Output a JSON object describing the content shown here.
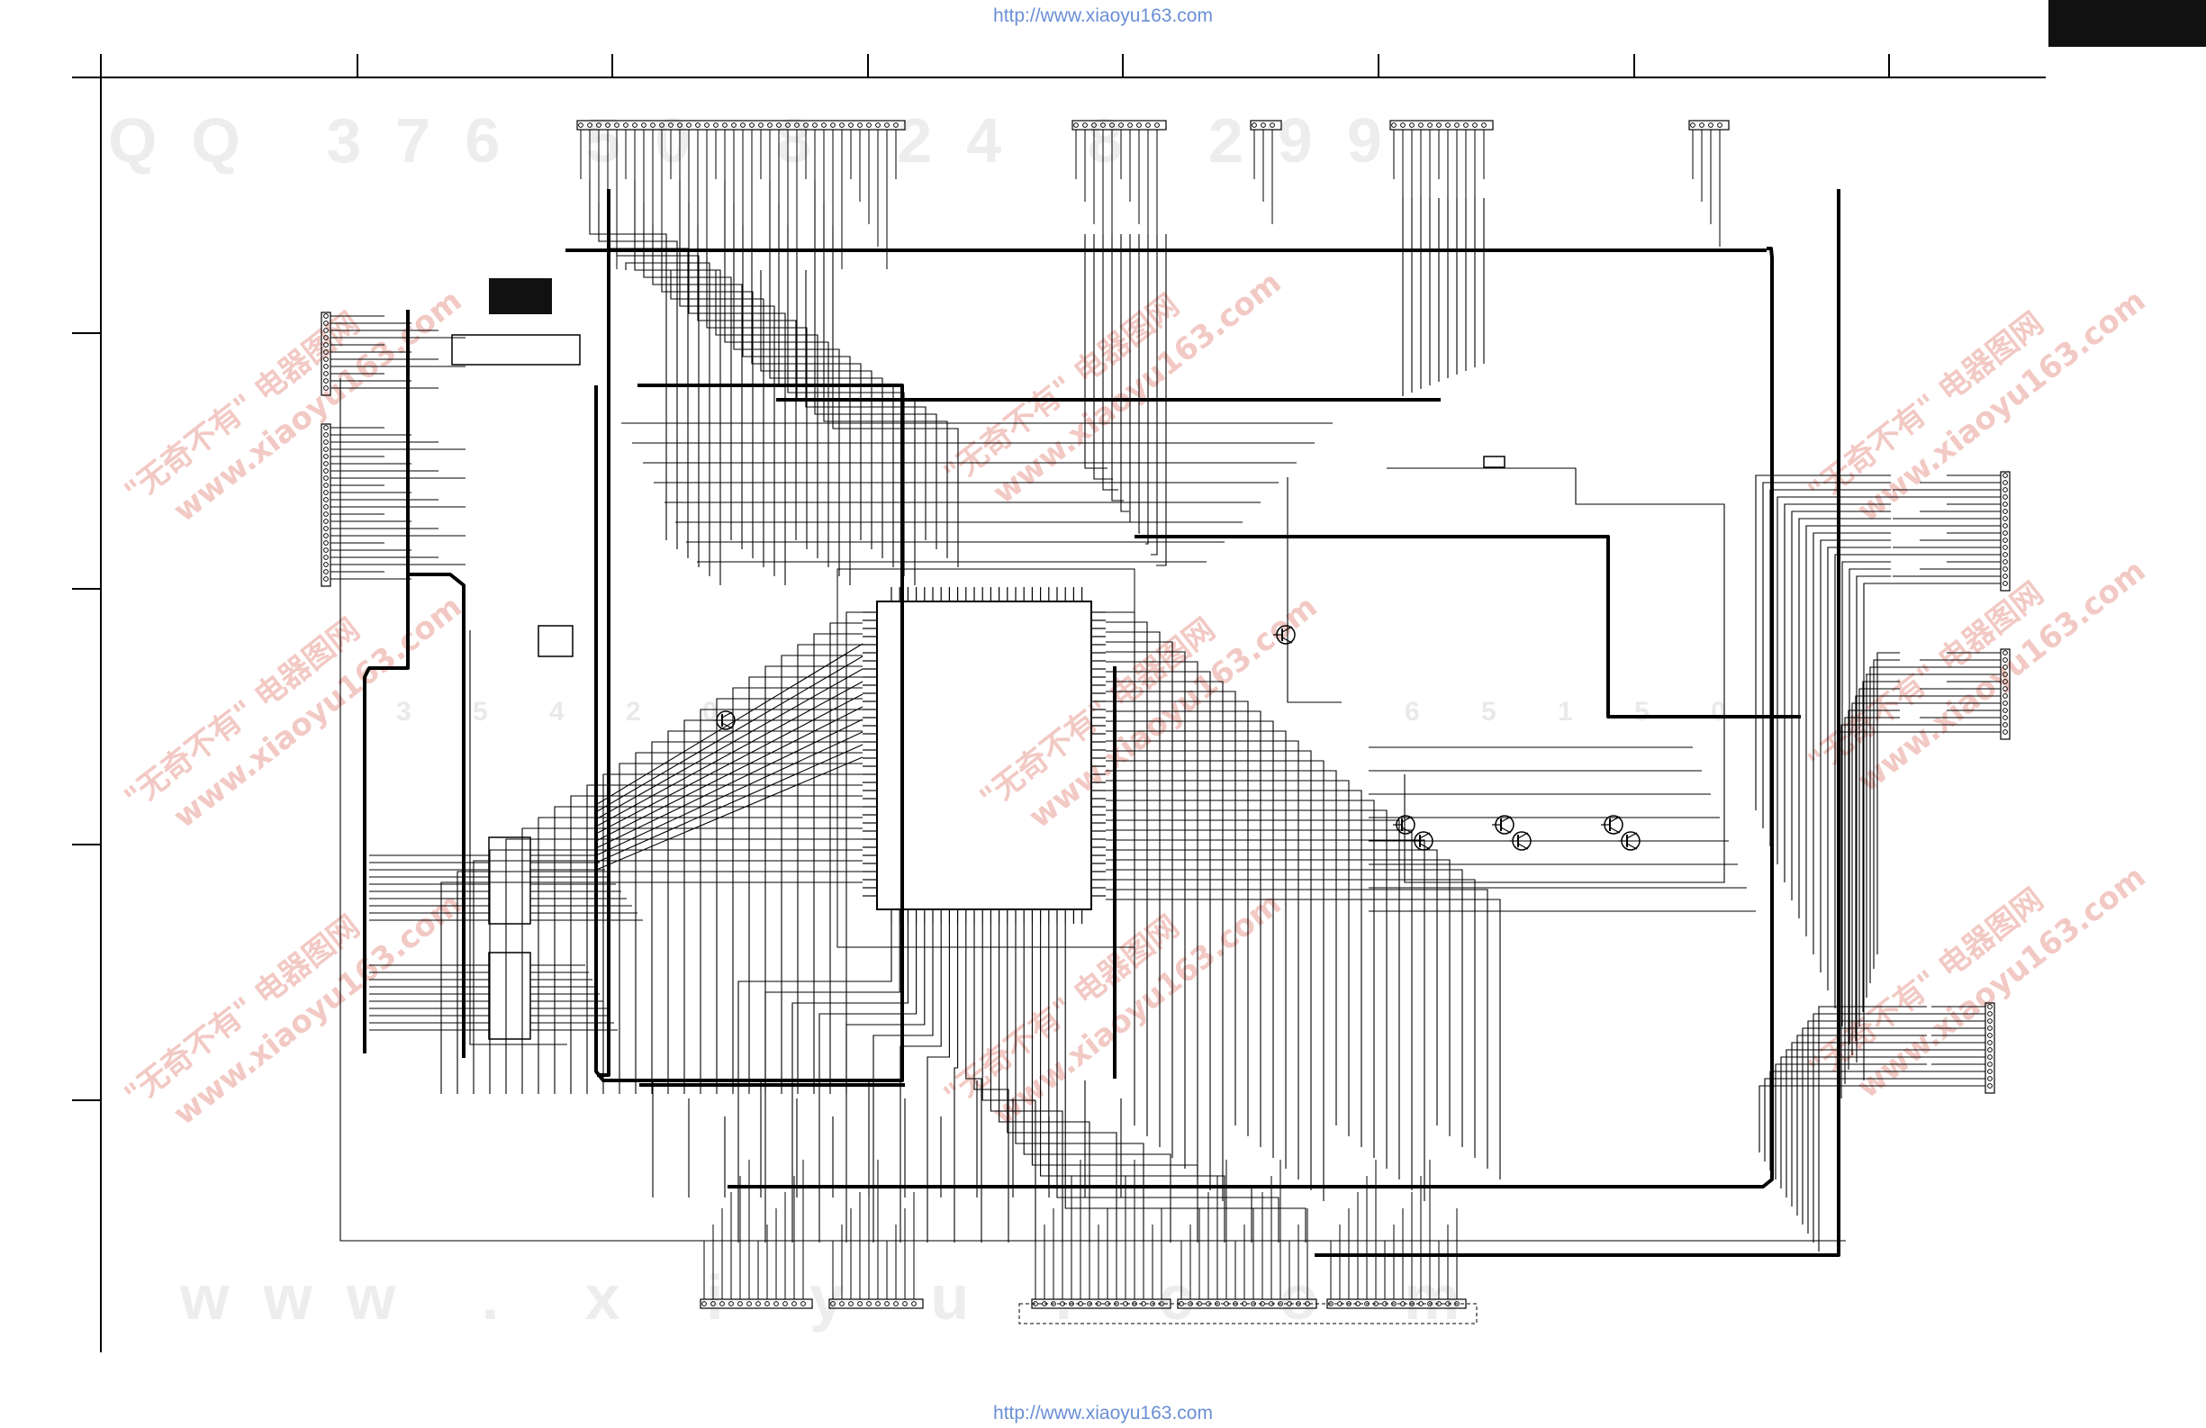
{
  "header": {
    "url": "http://www.xiaoyu163.com"
  },
  "footer": {
    "url": "http://www.xiaoyu163.com"
  },
  "watermarks": {
    "qq_line": "QQ 376 50 8 24 8 299",
    "mid_digits": "3 5 4 2 0",
    "mid_digits_right": "6 5 1 5 0",
    "www_line": "www . x i  y u  . c o m",
    "diagonal": [
      "\"无奇不有\" 电器图网",
      "www.xiaoyu163.com"
    ]
  },
  "colors": {
    "url": "#6a8fd6",
    "ink": "#000000",
    "watermark_red": "#f2c9c4",
    "watermark_gray": "#ededed"
  }
}
